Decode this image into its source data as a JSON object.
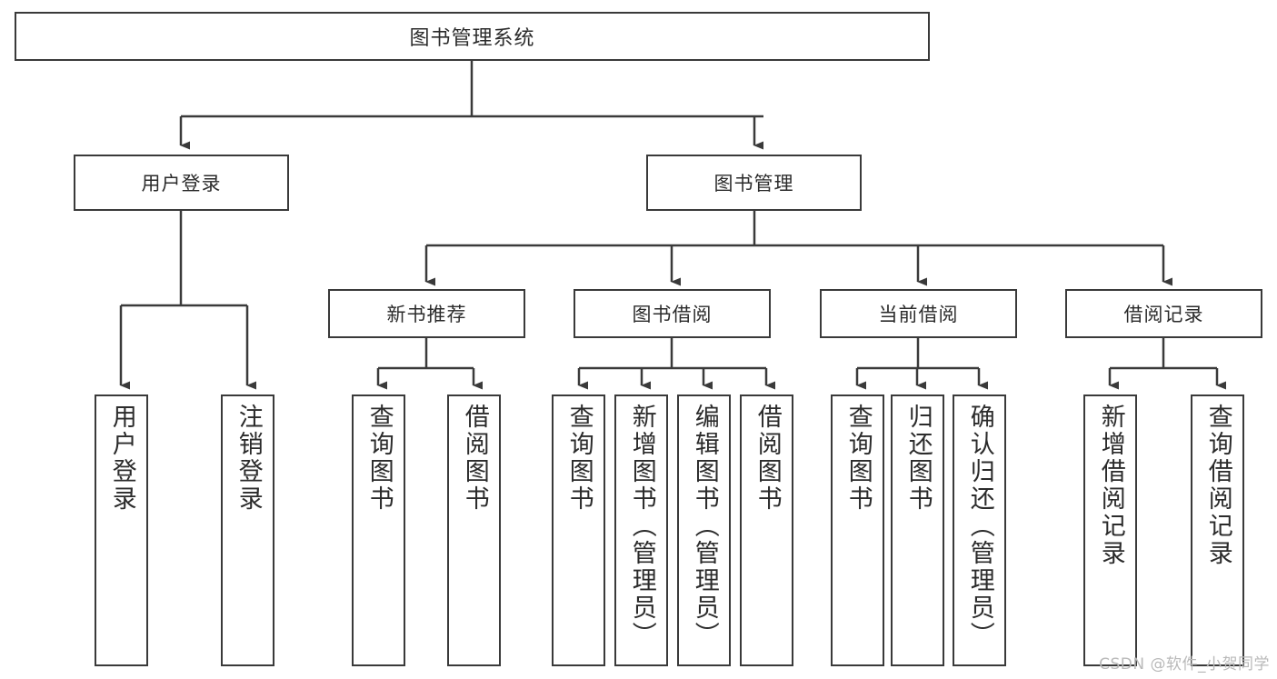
{
  "diagram": {
    "type": "tree",
    "title": "图书管理系统",
    "root": {
      "id": "root",
      "label": "图书管理系统"
    },
    "level1": [
      {
        "id": "user-login",
        "label": "用户登录"
      },
      {
        "id": "book-manage",
        "label": "图书管理"
      }
    ],
    "level2": [
      {
        "id": "new-book-rec",
        "label": "新书推荐",
        "parent": "book-manage"
      },
      {
        "id": "book-borrow",
        "label": "图书借阅",
        "parent": "book-manage"
      },
      {
        "id": "current-borrow",
        "label": "当前借阅",
        "parent": "book-manage"
      },
      {
        "id": "borrow-record",
        "label": "借阅记录",
        "parent": "book-manage"
      }
    ],
    "leaves": [
      {
        "id": "leaf-user-login",
        "label": "用户登录",
        "parent": "user-login"
      },
      {
        "id": "leaf-logout",
        "label": "注销登录",
        "parent": "user-login"
      },
      {
        "id": "leaf-query-book-1",
        "label": "查询图书",
        "parent": "new-book-rec"
      },
      {
        "id": "leaf-borrow-book-1",
        "label": "借阅图书",
        "parent": "new-book-rec"
      },
      {
        "id": "leaf-query-book-2",
        "label": "查询图书",
        "parent": "book-borrow"
      },
      {
        "id": "leaf-add-book",
        "label": "新增图书（管理员）",
        "parent": "book-borrow"
      },
      {
        "id": "leaf-edit-book",
        "label": "编辑图书（管理员）",
        "parent": "book-borrow"
      },
      {
        "id": "leaf-borrow-book-2",
        "label": "借阅图书",
        "parent": "book-borrow"
      },
      {
        "id": "leaf-query-book-3",
        "label": "查询图书",
        "parent": "current-borrow"
      },
      {
        "id": "leaf-return-book",
        "label": "归还图书",
        "parent": "current-borrow"
      },
      {
        "id": "leaf-confirm-return",
        "label": "确认归还（管理员）",
        "parent": "current-borrow"
      },
      {
        "id": "leaf-add-record",
        "label": "新增借阅记录",
        "parent": "borrow-record"
      },
      {
        "id": "leaf-query-record",
        "label": "查询借阅记录",
        "parent": "borrow-record"
      }
    ],
    "colors": {
      "stroke": "#3a3a3a",
      "text": "#2b2b2b",
      "background": "#ffffff",
      "watermark": "#b9b9b9"
    }
  },
  "watermark": {
    "text": "CSDN @软件_小贺同学"
  }
}
